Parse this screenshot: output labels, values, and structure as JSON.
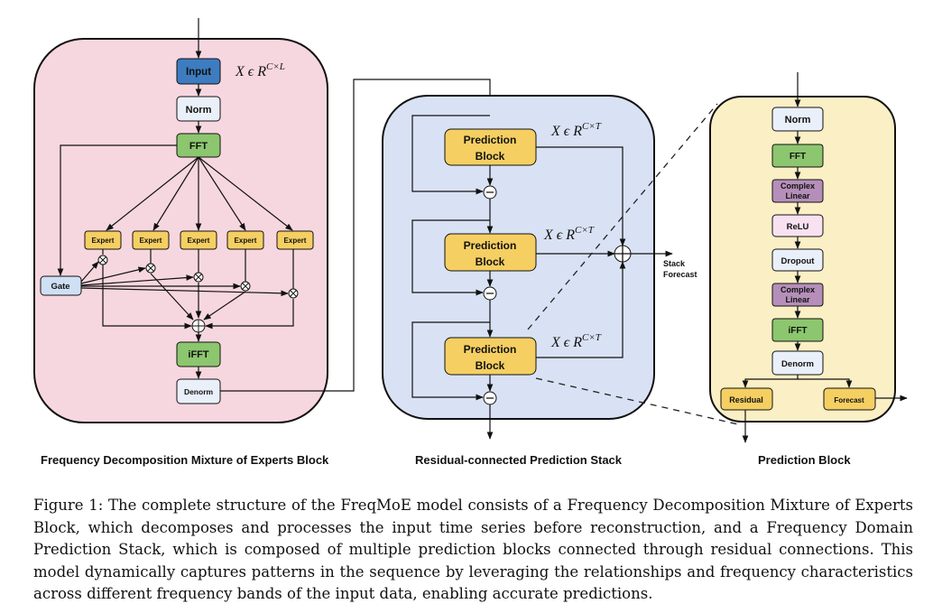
{
  "left_panel": {
    "title": "Frequency Decomposition Mixture of Experts Block",
    "input": "Input",
    "input_shape_base": "X ϵ R",
    "input_shape_sup": "C×L",
    "norm": "Norm",
    "fft": "FFT",
    "experts": [
      "Expert",
      "Expert",
      "Expert",
      "Expert",
      "Expert"
    ],
    "gate": "Gate",
    "ifft": "iFFT",
    "denorm": "Denorm",
    "colors": {
      "panel": "#f7d7df",
      "input": "#3d7cc0",
      "fft": "#8cc66e",
      "expert": "#f5cf62",
      "gate": "#cfe0f4",
      "norm": "#eaf0f9"
    }
  },
  "middle_panel": {
    "title": "Residual-connected  Prediction Stack",
    "blocks": [
      {
        "line1": "Prediction",
        "line2": "Block",
        "shape_base": "X ϵ R",
        "shape_sup": "C×T"
      },
      {
        "line1": "Prediction",
        "line2": "Block",
        "shape_base": "X ϵ R",
        "shape_sup": "C×T"
      },
      {
        "line1": "Prediction",
        "line2": "Block",
        "shape_base": "X ϵ R",
        "shape_sup": "C×T"
      }
    ],
    "output_line1": "Stack",
    "output_line2": "Forecast",
    "colors": {
      "panel": "#d9e2f4",
      "block": "#f5cf62"
    }
  },
  "right_panel": {
    "title": "Prediction Block",
    "norm": "Norm",
    "fft": "FFT",
    "complex_linear_1": [
      "Complex",
      "Linear"
    ],
    "relu": "ReLU",
    "dropout": "Dropout",
    "complex_linear_2": [
      "Complex",
      "Linear"
    ],
    "ifft": "iFFT",
    "denorm": "Denorm",
    "residual": "Residual",
    "forecast": "Forecast",
    "colors": {
      "panel": "#fbefc5",
      "complex": "#b58fb9",
      "relu": "#f8e1f0",
      "fft": "#8cc66e"
    }
  },
  "caption": "Figure 1: The complete structure of the FreqMoE model consists of a Frequency Decomposition Mixture of Experts Block, which decomposes and processes the input time series before reconstruction, and a Frequency Domain Prediction Stack, which is composed of multiple prediction blocks connected through residual connections. This model dynamically captures patterns in the sequence by leveraging the relationships and frequency characteristics across different frequency bands of the input data, enabling accurate predictions."
}
